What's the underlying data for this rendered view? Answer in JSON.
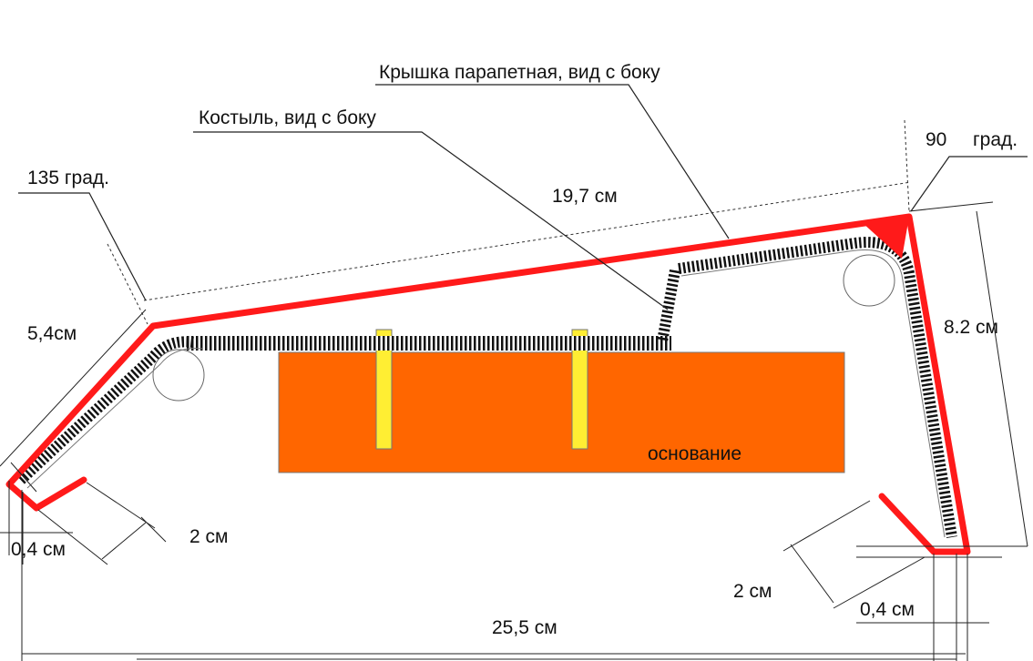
{
  "labels": {
    "cover": "Крышка парапетная, вид с боку",
    "bracket": "Костыль, вид с боку",
    "angle_left": "135 град.",
    "angle_right_value": "90",
    "angle_right_unit": "град.",
    "dim_top": "19,7 см",
    "dim_left": "5,4см",
    "dim_right": "8.2 см",
    "dim_hem_left_length": "2 см",
    "dim_hem_left_gap": "0,4 см",
    "dim_hem_right_length": "2 см",
    "dim_hem_right_gap": "0,4 см",
    "dim_bottom": "25,5 см",
    "base": "основание"
  },
  "colors": {
    "cover": "#ff1a1a",
    "base": "#ff6600",
    "anchors": "#ffee33",
    "bracket": "#111111"
  }
}
